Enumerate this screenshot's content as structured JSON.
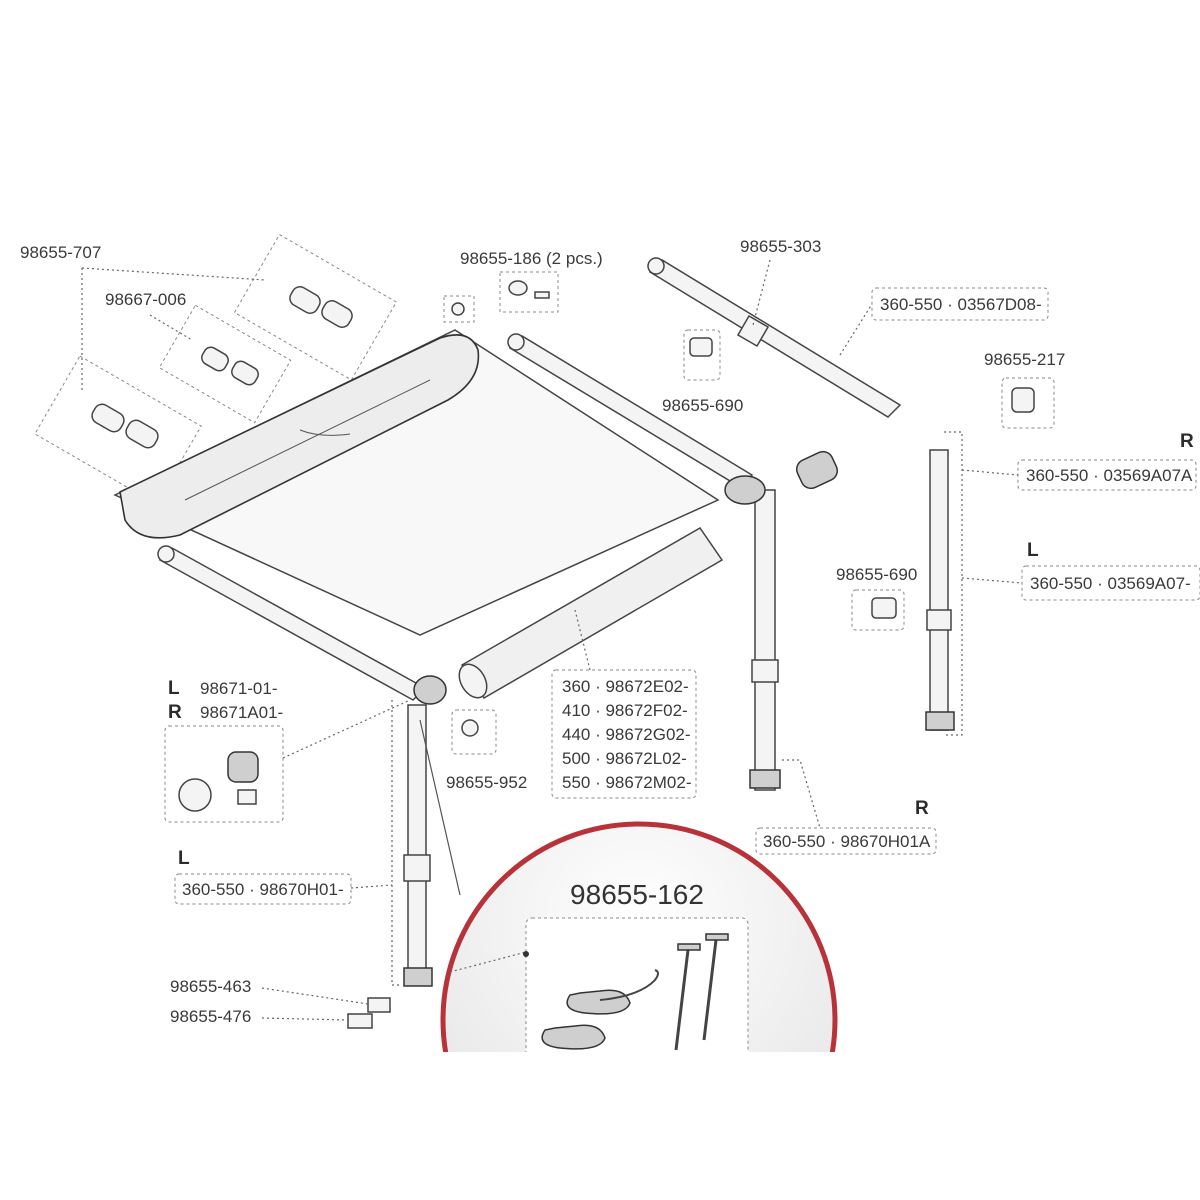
{
  "labels": {
    "p707": "98655-707",
    "p006": "98667-006",
    "p186": "98655-186 (2 pcs.)",
    "p303": "98655-303",
    "p690a": "98655-690",
    "p217": "98655-217",
    "p690b": "98655-690",
    "pR1": "R",
    "pL1": "L",
    "box03567": "360-550 · 03567D08-",
    "box03569R": "360-550 · 03569A07A",
    "box03569L": "360-550 · 03569A07-",
    "brkL": "L",
    "brkR": "R",
    "brkLcode": "98671-01-",
    "brkRcode": "98671A01-",
    "p952": "98655-952",
    "tube": [
      "360 · 98672E02-",
      "410 · 98672F02-",
      "440 · 98672G02-",
      "500 · 98672L02-",
      "550 · 98672M02-"
    ],
    "legRlbl": "R",
    "legRcode": "360-550 · 98670H01A",
    "legLlbl": "L",
    "legLcode": "360-550 · 98670H01-",
    "p463": "98655-463",
    "p476": "98655-476",
    "kit": "98655-162"
  },
  "colors": {
    "accent_circle": "#b8323a"
  }
}
